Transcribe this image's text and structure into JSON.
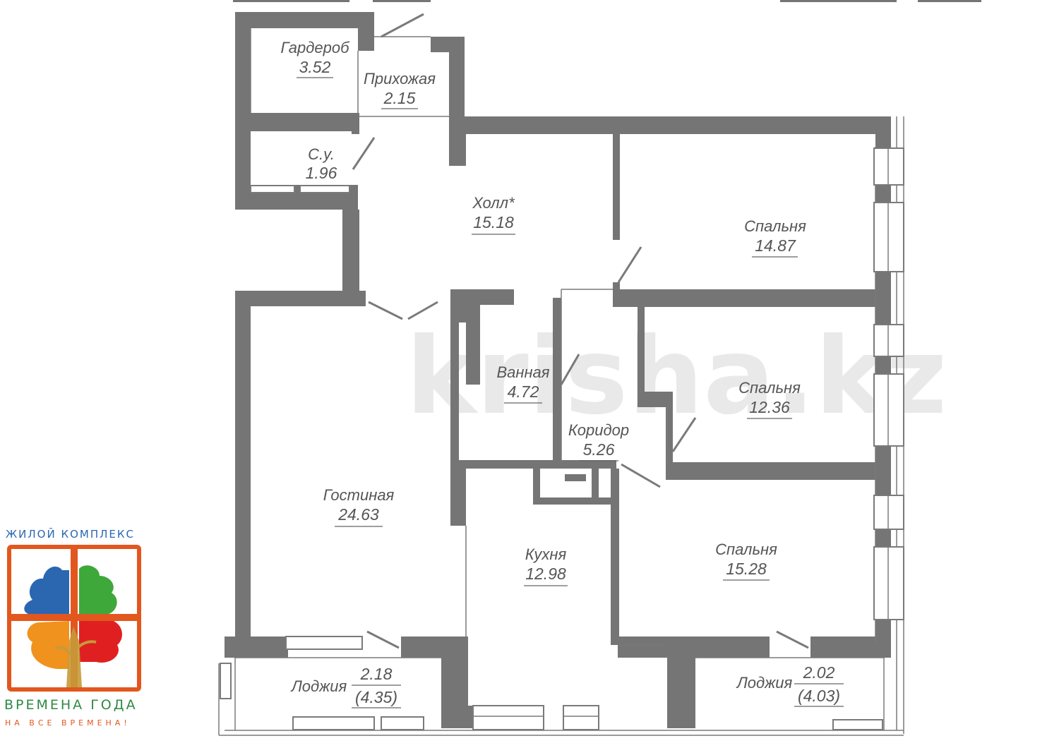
{
  "watermark": "krisha.kz",
  "rooms": [
    {
      "id": "wardrobe",
      "name": "Гардероб",
      "area": "3.52"
    },
    {
      "id": "hallway-entry",
      "name": "Прихожая",
      "area": "2.15"
    },
    {
      "id": "wc",
      "name": "С.у.",
      "area": "1.96"
    },
    {
      "id": "hall",
      "name": "Холл*",
      "area": "15.18"
    },
    {
      "id": "bedroom-1",
      "name": "Спальня",
      "area": "14.87"
    },
    {
      "id": "bathroom",
      "name": "Ванная",
      "area": "4.72"
    },
    {
      "id": "bedroom-2",
      "name": "Спальня",
      "area": "12.36"
    },
    {
      "id": "corridor",
      "name": "Коридор",
      "area": "5.26"
    },
    {
      "id": "living-room",
      "name": "Гостиная",
      "area": "24.63"
    },
    {
      "id": "kitchen",
      "name": "Кухня",
      "area": "12.98"
    },
    {
      "id": "bedroom-3",
      "name": "Спальня",
      "area": "15.28"
    },
    {
      "id": "loggia-left",
      "name": "Лоджия",
      "area": "2.18",
      "area_full": "(4.35)"
    },
    {
      "id": "loggia-right",
      "name": "Лоджия",
      "area": "2.02",
      "area_full": "(4.03)"
    }
  ],
  "logo": {
    "top_text": "ЖИЛОЙ КОМПЛЕКС",
    "name": "ВРЕМЕНА ГОДА",
    "tagline": "НА ВСЕ ВРЕМЕНА!",
    "colors": {
      "frame": "#e2571d",
      "blue": "#2a67b0",
      "green": "#3fa83a",
      "orange": "#f0921e",
      "red": "#e02020",
      "trunk": "#c79a3a"
    }
  }
}
